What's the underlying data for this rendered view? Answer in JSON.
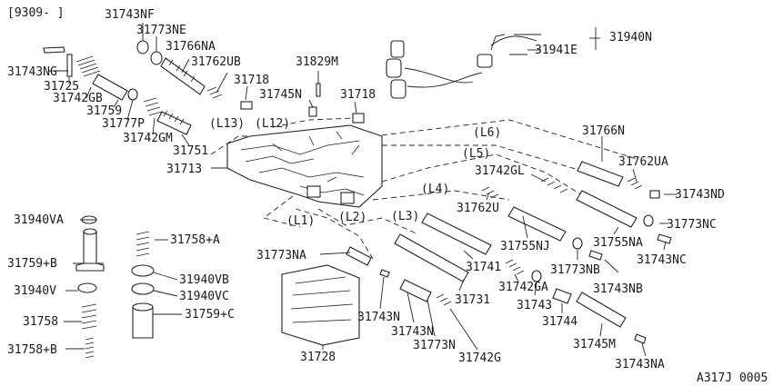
{
  "header": {
    "date_code": "[9309-  ]"
  },
  "footer": {
    "figure_code": "A317J 0005"
  },
  "parts": {
    "p31743NF": "31743NF",
    "p31773NE": "31773NE",
    "p31766NA": "31766NA",
    "p31762UB": "31762UB",
    "p31829M": "31829M",
    "p31940N": "31940N",
    "p31941E": "31941E",
    "p31743NG": "31743NG",
    "p31725": "31725",
    "p31742GB": "31742GB",
    "p31759": "31759",
    "p31777P": "31777P",
    "p31742GM": "31742GM",
    "p31751": "31751",
    "p31718a": "31718",
    "p31745N": "31745N",
    "p31718b": "31718",
    "p31713": "31713",
    "p31766N": "31766N",
    "p31762UA": "31762UA",
    "p31743ND": "31743ND",
    "p31742GL": "31742GL",
    "p31762U": "31762U",
    "p31755NJ": "31755NJ",
    "p31755NA": "31755NA",
    "p31773NC": "31773NC",
    "p31743NC": "31743NC",
    "p31773NB": "31773NB",
    "p31743NB": "31743NB",
    "p31940VA": "31940VA",
    "p31758A": "31758+A",
    "p31759B": "31759+B",
    "p31940VB": "31940VB",
    "p31940V": "31940V",
    "p31940VC": "31940VC",
    "p31758": "31758",
    "p31759C": "31759+C",
    "p31758B": "31758+B",
    "p31773NA": "31773NA",
    "p31741": "31741",
    "p31742GA": "31742GA",
    "p31731": "31731",
    "p31743": "31743",
    "p31744": "31744",
    "p31743N": "31743N",
    "p31773N": "31773N",
    "p31742G": "31742G",
    "p31745M": "31745M",
    "p31728": "31728",
    "p31743NA": "31743NA"
  },
  "locators": {
    "L1": "(L1)",
    "L2": "(L2)",
    "L3": "(L3)",
    "L4": "(L4)",
    "L5": "(L5)",
    "L6": "(L6)",
    "L12": "(L12)",
    "L13": "(L13)"
  }
}
